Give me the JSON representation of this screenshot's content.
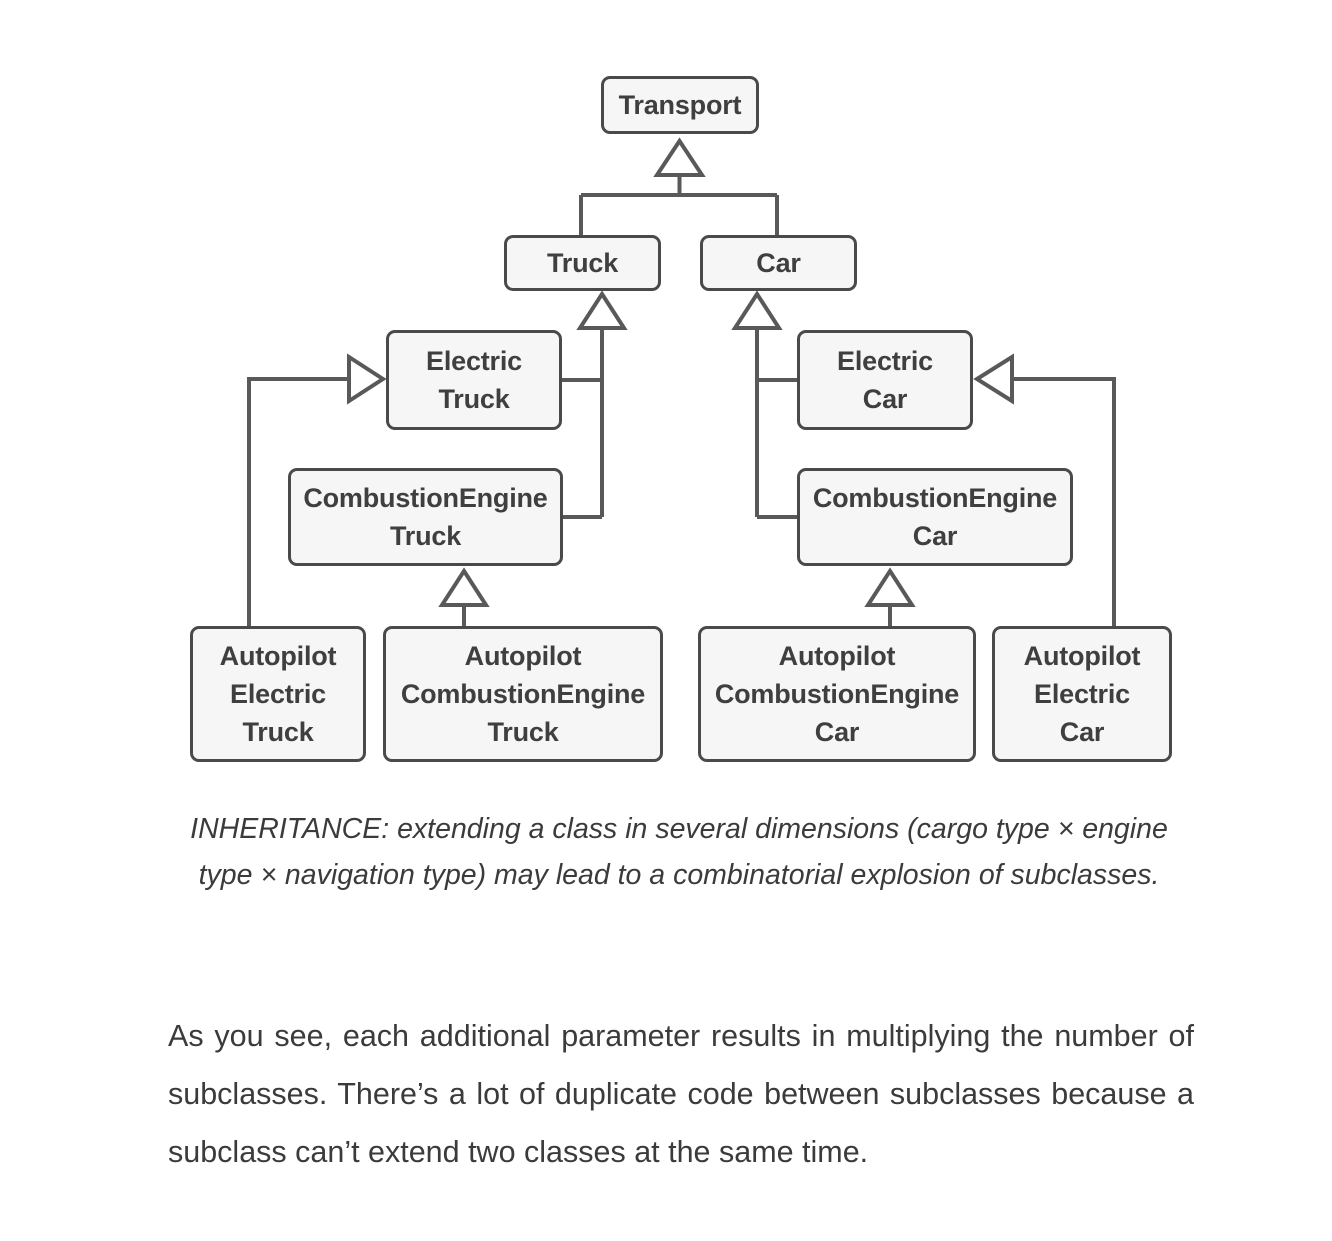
{
  "diagram": {
    "type": "uml-class-inheritance",
    "title_concept": "INHERITANCE combinatorial explosion",
    "colors": {
      "node_fill": "#f6f6f6",
      "node_border": "#4a4a4a",
      "connector": "#595959",
      "text": "#3f3f3f",
      "page_background": "#ffffff"
    },
    "nodes": [
      {
        "id": "transport",
        "label": "Transport"
      },
      {
        "id": "truck",
        "label": "Truck"
      },
      {
        "id": "car",
        "label": "Car"
      },
      {
        "id": "electric_truck",
        "label": "Electric\nTruck"
      },
      {
        "id": "combustion_truck",
        "label": "CombustionEngine\nTruck"
      },
      {
        "id": "electric_car",
        "label": "Electric\nCar"
      },
      {
        "id": "combustion_car",
        "label": "CombustionEngine\nCar"
      },
      {
        "id": "autopilot_electric_truck",
        "label": "Autopilot\nElectric\nTruck"
      },
      {
        "id": "autopilot_combustion_truck",
        "label": "Autopilot\nCombustionEngine\nTruck"
      },
      {
        "id": "autopilot_combustion_car",
        "label": "Autopilot\nCombustionEngine\nCar"
      },
      {
        "id": "autopilot_electric_car",
        "label": "Autopilot\nElectric\nCar"
      }
    ],
    "edges": [
      {
        "from": "truck",
        "to": "transport",
        "kind": "generalization"
      },
      {
        "from": "car",
        "to": "transport",
        "kind": "generalization"
      },
      {
        "from": "electric_truck",
        "to": "truck",
        "kind": "generalization"
      },
      {
        "from": "combustion_truck",
        "to": "truck",
        "kind": "generalization"
      },
      {
        "from": "electric_car",
        "to": "car",
        "kind": "generalization"
      },
      {
        "from": "combustion_car",
        "to": "car",
        "kind": "generalization"
      },
      {
        "from": "autopilot_electric_truck",
        "to": "electric_truck",
        "kind": "generalization"
      },
      {
        "from": "autopilot_combustion_truck",
        "to": "combustion_truck",
        "kind": "generalization"
      },
      {
        "from": "autopilot_combustion_car",
        "to": "combustion_car",
        "kind": "generalization"
      },
      {
        "from": "autopilot_electric_car",
        "to": "electric_car",
        "kind": "generalization"
      }
    ]
  },
  "caption": {
    "text": "INHERITANCE: extending a class in several dimensions (cargo type × engine type × navigation type) may lead to a combinatorial explosion of subclasses."
  },
  "body": {
    "paragraph": "As you see, each additional parameter results in multiplying the number of subclasses. There’s a lot of duplicate code between subclasses because a subclass can’t extend two classes at the same time."
  }
}
